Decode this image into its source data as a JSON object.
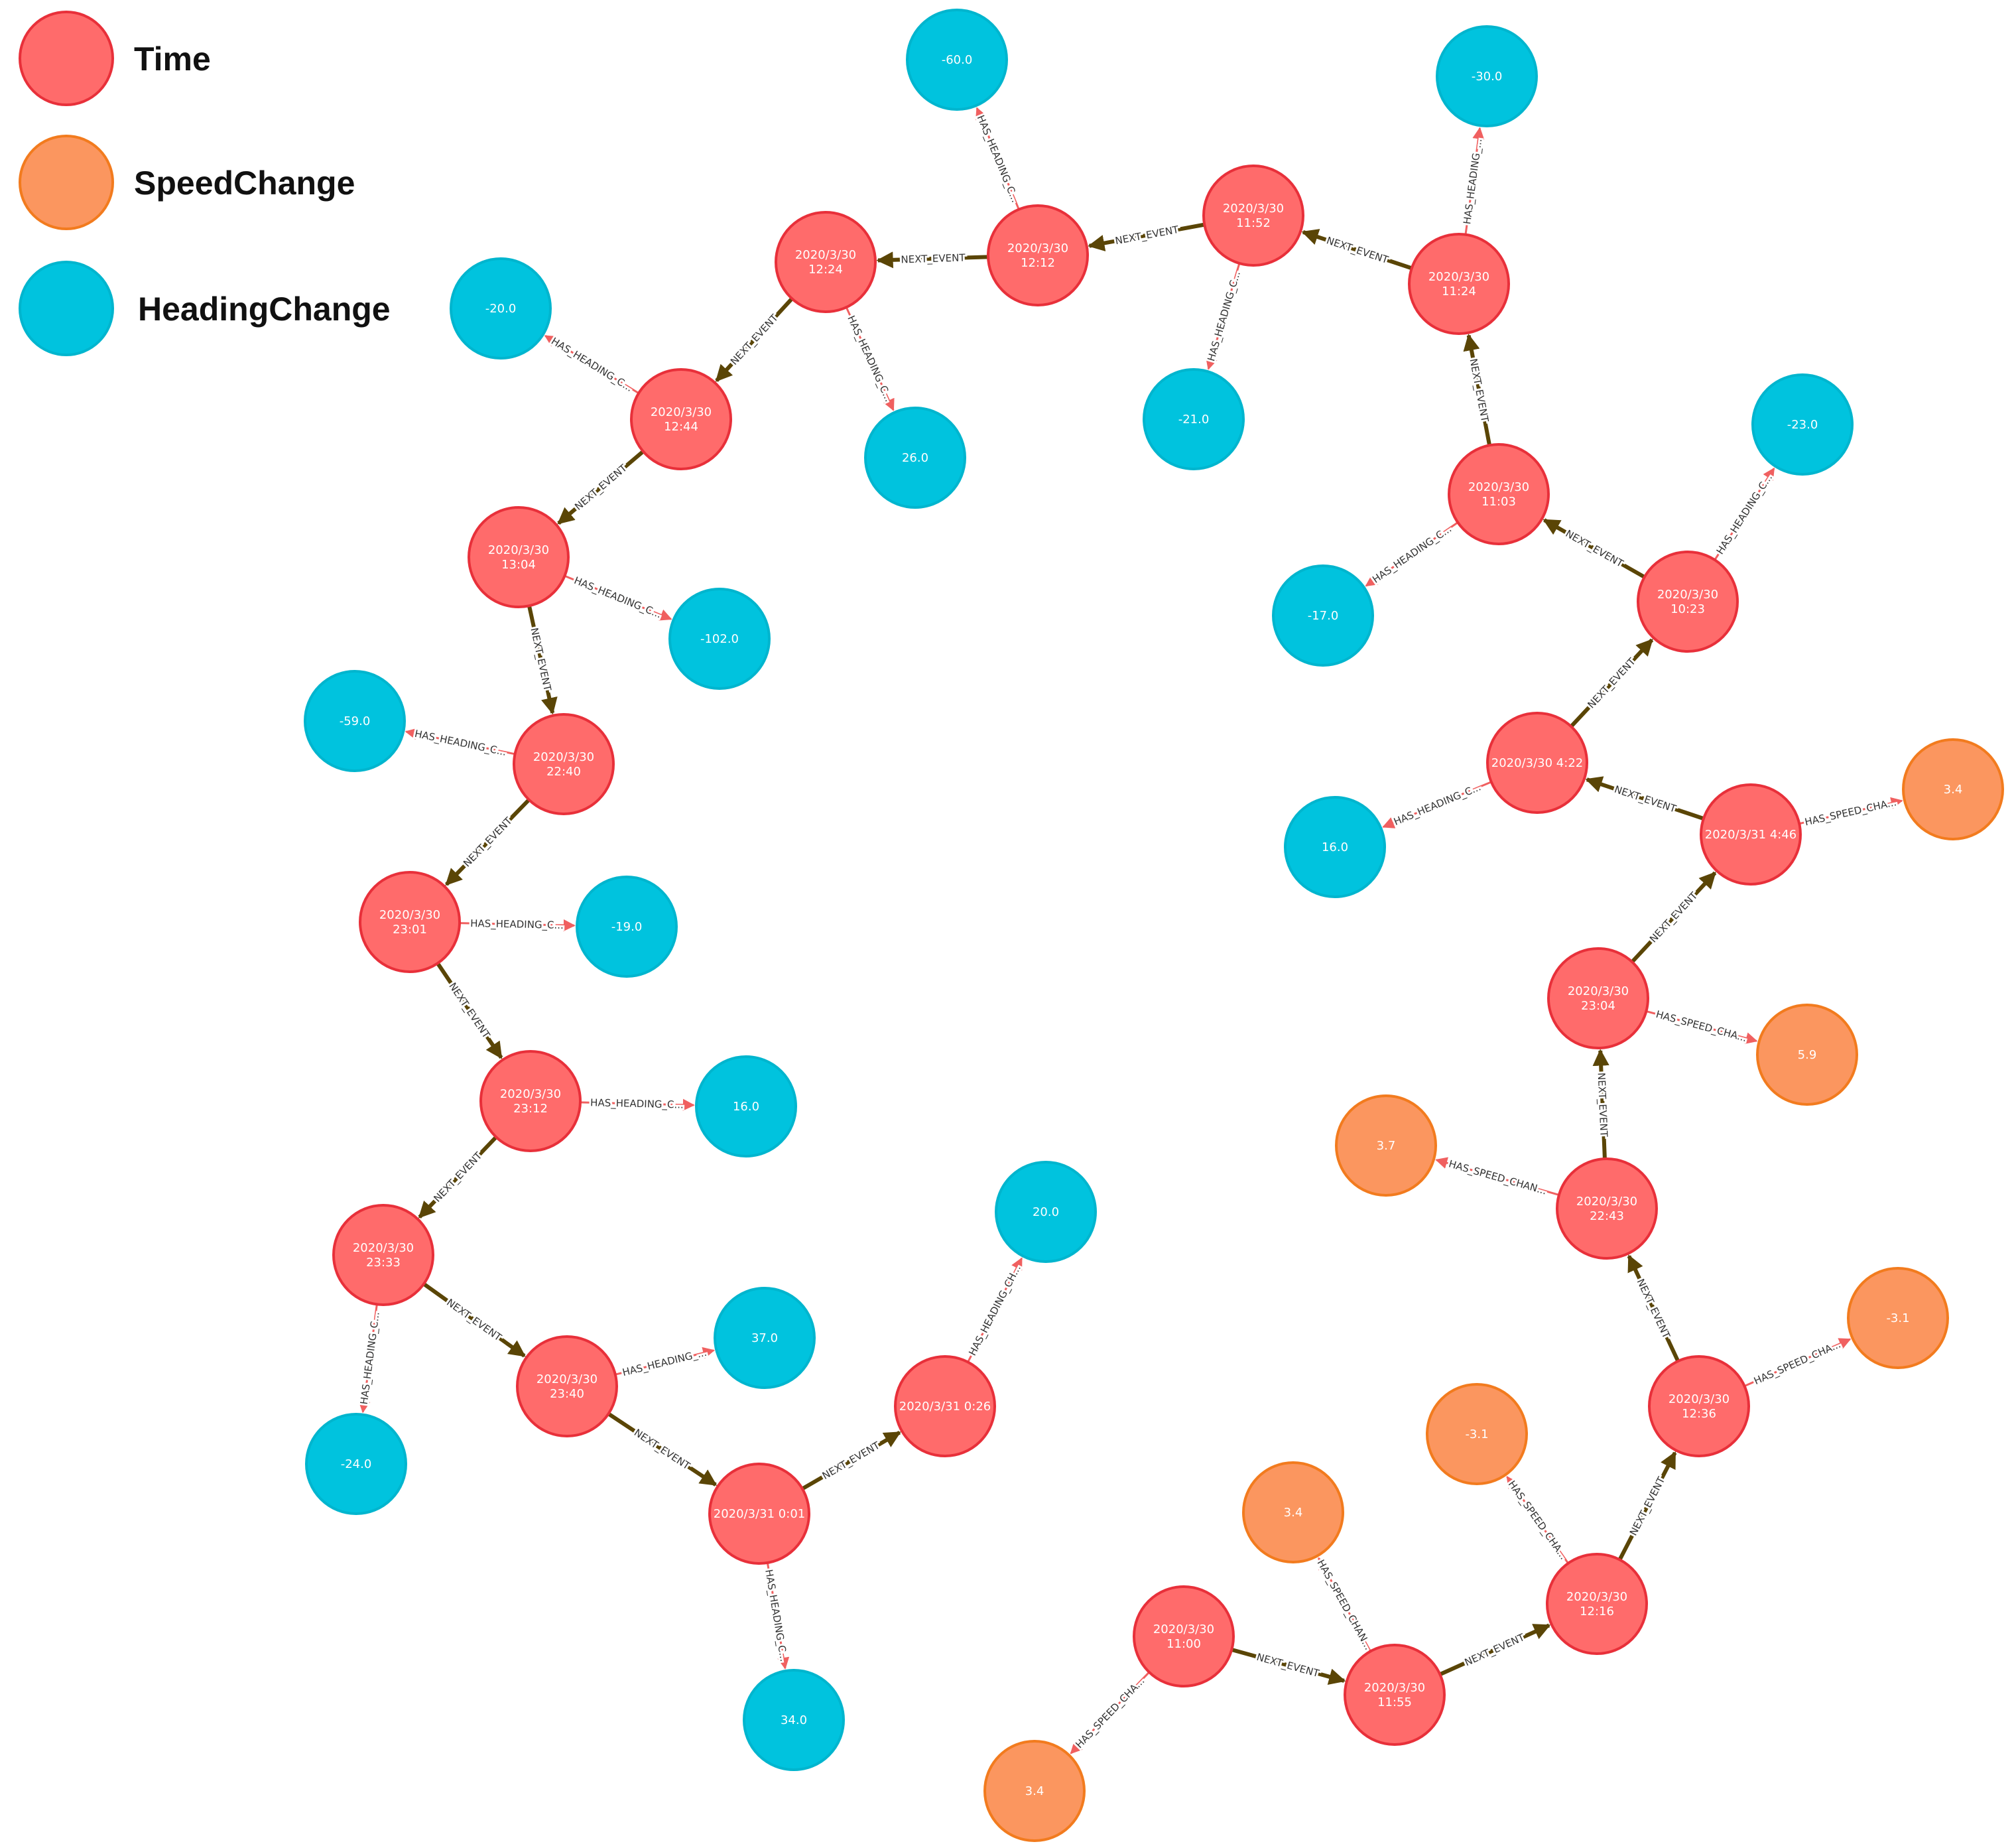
{
  "legend": [
    {
      "label": "Time",
      "color": "#ff6b6b",
      "stroke": "#e8303a",
      "type": "time"
    },
    {
      "label": "SpeedChange",
      "color": "#fb965f",
      "stroke": "#f27b1e",
      "type": "speed"
    },
    {
      "label": "HeadingChange",
      "color": "#00c3de",
      "stroke": "#00b5ce",
      "type": "heading"
    }
  ],
  "colors": {
    "time": {
      "fill": "#ff6b6b",
      "stroke": "#e8303a",
      "text": "#ffffff"
    },
    "speed": {
      "fill": "#fb965f",
      "stroke": "#f27b1e",
      "text": "#ffffff"
    },
    "heading": {
      "fill": "#00c3de",
      "stroke": "#00b5ce",
      "text": "#1e3a40"
    },
    "next_edge": "#5a4506",
    "has_edge": "#f06060"
  },
  "nodes": [
    {
      "id": "t1224",
      "type": "time",
      "lines": [
        "2020/3/30",
        "12:24"
      ]
    },
    {
      "id": "t1212",
      "type": "time",
      "lines": [
        "2020/3/30",
        "12:12"
      ]
    },
    {
      "id": "t1152",
      "type": "time",
      "lines": [
        "2020/3/30",
        "11:52"
      ]
    },
    {
      "id": "t1124",
      "type": "time",
      "lines": [
        "2020/3/30",
        "11:24"
      ]
    },
    {
      "id": "t1103",
      "type": "time",
      "lines": [
        "2020/3/30",
        "11:03"
      ]
    },
    {
      "id": "t1023",
      "type": "time",
      "lines": [
        "2020/3/30",
        "10:23"
      ]
    },
    {
      "id": "t0422",
      "type": "time",
      "lines": [
        "2020/3/30 4:22"
      ]
    },
    {
      "id": "t31_0446",
      "type": "time",
      "lines": [
        "2020/3/31 4:46"
      ]
    },
    {
      "id": "t2304",
      "type": "time",
      "lines": [
        "2020/3/30",
        "23:04"
      ]
    },
    {
      "id": "t2243",
      "type": "time",
      "lines": [
        "2020/3/30",
        "22:43"
      ]
    },
    {
      "id": "t1236",
      "type": "time",
      "lines": [
        "2020/3/30",
        "12:36"
      ]
    },
    {
      "id": "t1216",
      "type": "time",
      "lines": [
        "2020/3/30",
        "12:16"
      ]
    },
    {
      "id": "t1155",
      "type": "time",
      "lines": [
        "2020/3/30",
        "11:55"
      ]
    },
    {
      "id": "t1100",
      "type": "time",
      "lines": [
        "2020/3/30",
        "11:00"
      ]
    },
    {
      "id": "t1244",
      "type": "time",
      "lines": [
        "2020/3/30",
        "12:44"
      ]
    },
    {
      "id": "t1304",
      "type": "time",
      "lines": [
        "2020/3/30",
        "13:04"
      ]
    },
    {
      "id": "t2240",
      "type": "time",
      "lines": [
        "2020/3/30",
        "22:40"
      ]
    },
    {
      "id": "t2301",
      "type": "time",
      "lines": [
        "2020/3/30",
        "23:01"
      ]
    },
    {
      "id": "t2312",
      "type": "time",
      "lines": [
        "2020/3/30",
        "23:12"
      ]
    },
    {
      "id": "t2333",
      "type": "time",
      "lines": [
        "2020/3/30",
        "23:33"
      ]
    },
    {
      "id": "t2340",
      "type": "time",
      "lines": [
        "2020/3/30",
        "23:40"
      ]
    },
    {
      "id": "t31_0001",
      "type": "time",
      "lines": [
        "2020/3/31 0:01"
      ]
    },
    {
      "id": "t31_0026",
      "type": "time",
      "lines": [
        "2020/3/31 0:26"
      ]
    },
    {
      "id": "h_m60",
      "type": "heading",
      "lines": [
        "-60.0"
      ]
    },
    {
      "id": "h_m30",
      "type": "heading",
      "lines": [
        "-30.0"
      ]
    },
    {
      "id": "h_m20",
      "type": "heading",
      "lines": [
        "-20.0"
      ]
    },
    {
      "id": "h_26",
      "type": "heading",
      "lines": [
        "26.0"
      ]
    },
    {
      "id": "h_m21",
      "type": "heading",
      "lines": [
        "-21.0"
      ]
    },
    {
      "id": "h_m23",
      "type": "heading",
      "lines": [
        "-23.0"
      ]
    },
    {
      "id": "h_m17",
      "type": "heading",
      "lines": [
        "-17.0"
      ]
    },
    {
      "id": "h_m102",
      "type": "heading",
      "lines": [
        "-102.0"
      ]
    },
    {
      "id": "h_m59",
      "type": "heading",
      "lines": [
        "-59.0"
      ]
    },
    {
      "id": "h_16a",
      "type": "heading",
      "lines": [
        "16.0"
      ]
    },
    {
      "id": "h_m19",
      "type": "heading",
      "lines": [
        "-19.0"
      ]
    },
    {
      "id": "h_16b",
      "type": "heading",
      "lines": [
        "16.0"
      ]
    },
    {
      "id": "h_20",
      "type": "heading",
      "lines": [
        "20.0"
      ]
    },
    {
      "id": "h_37",
      "type": "heading",
      "lines": [
        "37.0"
      ]
    },
    {
      "id": "h_m24",
      "type": "heading",
      "lines": [
        "-24.0"
      ]
    },
    {
      "id": "h_34",
      "type": "heading",
      "lines": [
        "34.0"
      ]
    },
    {
      "id": "s_34a",
      "type": "speed",
      "lines": [
        "3.4"
      ]
    },
    {
      "id": "s_59",
      "type": "speed",
      "lines": [
        "5.9"
      ]
    },
    {
      "id": "s_37",
      "type": "speed",
      "lines": [
        "3.7"
      ]
    },
    {
      "id": "s_m31a",
      "type": "speed",
      "lines": [
        "-3.1"
      ]
    },
    {
      "id": "s_m31b",
      "type": "speed",
      "lines": [
        "-3.1"
      ]
    },
    {
      "id": "s_34b",
      "type": "speed",
      "lines": [
        "3.4"
      ]
    },
    {
      "id": "s_34c",
      "type": "speed",
      "lines": [
        "3.4"
      ]
    }
  ],
  "edges": [
    {
      "from": "t1212",
      "to": "t1224",
      "kind": "next",
      "label": "NEXT_EVENT"
    },
    {
      "from": "t1152",
      "to": "t1212",
      "kind": "next",
      "label": "NEXT_EVENT"
    },
    {
      "from": "t1124",
      "to": "t1152",
      "kind": "next",
      "label": "NEXT_EVENT"
    },
    {
      "from": "t1103",
      "to": "t1124",
      "kind": "next",
      "label": "NEXT_EVENT"
    },
    {
      "from": "t1023",
      "to": "t1103",
      "kind": "next",
      "label": "NEXT_EVENT"
    },
    {
      "from": "t0422",
      "to": "t1023",
      "kind": "next",
      "label": "NEXT_EVENT"
    },
    {
      "from": "t31_0446",
      "to": "t0422",
      "kind": "next",
      "label": "NEXT_EVENT"
    },
    {
      "from": "t2304",
      "to": "t31_0446",
      "kind": "next",
      "label": "NEXT_EVENT"
    },
    {
      "from": "t2243",
      "to": "t2304",
      "kind": "next",
      "label": "NEXT_EVENT"
    },
    {
      "from": "t1236",
      "to": "t2243",
      "kind": "next",
      "label": "NEXT_EVENT"
    },
    {
      "from": "t1216",
      "to": "t1236",
      "kind": "next",
      "label": "NEXT_EVENT"
    },
    {
      "from": "t1155",
      "to": "t1216",
      "kind": "next",
      "label": "NEXT_EVENT"
    },
    {
      "from": "t1100",
      "to": "t1155",
      "kind": "next",
      "label": "NEXT_EVENT"
    },
    {
      "from": "t1224",
      "to": "t1244",
      "kind": "next",
      "label": "NEXT_EVENT"
    },
    {
      "from": "t1244",
      "to": "t1304",
      "kind": "next",
      "label": "NEXT_EVENT"
    },
    {
      "from": "t1304",
      "to": "t2240",
      "kind": "next",
      "label": "NEXT_EVENT"
    },
    {
      "from": "t2240",
      "to": "t2301",
      "kind": "next",
      "label": "NEXT_EVENT"
    },
    {
      "from": "t2301",
      "to": "t2312",
      "kind": "next",
      "label": "NEXT_EVENT"
    },
    {
      "from": "t2312",
      "to": "t2333",
      "kind": "next",
      "label": "NEXT_EVENT"
    },
    {
      "from": "t2333",
      "to": "t2340",
      "kind": "next",
      "label": "NEXT_EVENT"
    },
    {
      "from": "t2340",
      "to": "t31_0001",
      "kind": "next",
      "label": "NEXT_EVENT"
    },
    {
      "from": "t31_0001",
      "to": "t31_0026",
      "kind": "next",
      "label": "NEXT_EVENT"
    },
    {
      "from": "t1212",
      "to": "h_m60",
      "kind": "has",
      "label": "HAS_HEADING_C..."
    },
    {
      "from": "t1124",
      "to": "h_m30",
      "kind": "has",
      "label": "HAS_HEADING_..."
    },
    {
      "from": "t1244",
      "to": "h_m20",
      "kind": "has",
      "label": "HAS_HEADING_C..."
    },
    {
      "from": "t1224",
      "to": "h_26",
      "kind": "has",
      "label": "HAS_HEADING_C..."
    },
    {
      "from": "t1152",
      "to": "h_m21",
      "kind": "has",
      "label": "HAS_HEADING_C..."
    },
    {
      "from": "t1023",
      "to": "h_m23",
      "kind": "has",
      "label": "HAS_HEADING_C..."
    },
    {
      "from": "t1103",
      "to": "h_m17",
      "kind": "has",
      "label": "HAS_HEADING_C..."
    },
    {
      "from": "t1304",
      "to": "h_m102",
      "kind": "has",
      "label": "HAS_HEADING_C..."
    },
    {
      "from": "t2240",
      "to": "h_m59",
      "kind": "has",
      "label": "HAS_HEADING_C..."
    },
    {
      "from": "t0422",
      "to": "h_16a",
      "kind": "has",
      "label": "HAS_HEADING_C..."
    },
    {
      "from": "t2301",
      "to": "h_m19",
      "kind": "has",
      "label": "HAS_HEADING_C..."
    },
    {
      "from": "t2312",
      "to": "h_16b",
      "kind": "has",
      "label": "HAS_HEADING_C..."
    },
    {
      "from": "t31_0026",
      "to": "h_20",
      "kind": "has",
      "label": "HAS_HEADING_CH..."
    },
    {
      "from": "t2340",
      "to": "h_37",
      "kind": "has",
      "label": "HAS_HEADING_..."
    },
    {
      "from": "t2333",
      "to": "h_m24",
      "kind": "has",
      "label": "HAS_HEADING_C..."
    },
    {
      "from": "t31_0001",
      "to": "h_34",
      "kind": "has",
      "label": "HAS_HEADING_C..."
    },
    {
      "from": "t31_0446",
      "to": "s_34a",
      "kind": "has",
      "label": "HAS_SPEED_CHA..."
    },
    {
      "from": "t2304",
      "to": "s_59",
      "kind": "has",
      "label": "HAS_SPEED_CHA..."
    },
    {
      "from": "t2243",
      "to": "s_37",
      "kind": "has",
      "label": "HAS_SPEED_CHAN..."
    },
    {
      "from": "t1236",
      "to": "s_m31a",
      "kind": "has",
      "label": "HAS_SPEED_CHA..."
    },
    {
      "from": "t1216",
      "to": "s_m31b",
      "kind": "has",
      "label": "HAS_SPEED_CHA..."
    },
    {
      "from": "t1155",
      "to": "s_34b",
      "kind": "has",
      "label": "HAS_SPEED_CHAN..."
    },
    {
      "from": "t1100",
      "to": "s_34c",
      "kind": "has",
      "label": "HAS_SPEED_CHA..."
    }
  ]
}
